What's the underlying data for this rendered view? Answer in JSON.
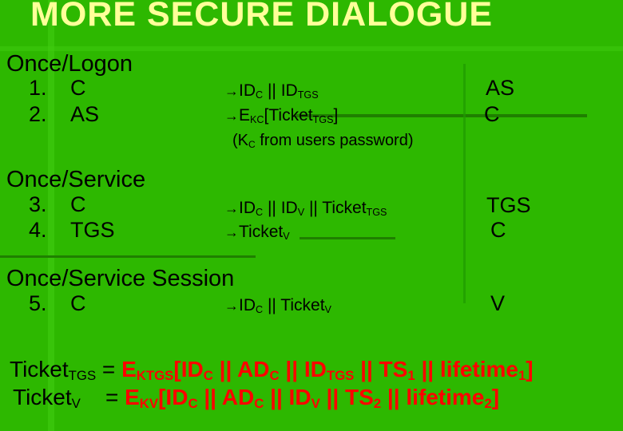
{
  "title": "MORE SECURE DIALOGUE",
  "sections": {
    "logon": {
      "heading": "Once/Logon",
      "items": [
        {
          "num": "1.",
          "label": "C",
          "arrow": "→",
          "msg": "IDC || IDTGS",
          "party": "AS"
        },
        {
          "num": "2.",
          "label": "AS",
          "arrow": "→",
          "msg": "EKC[TicketTGS]",
          "party": "C"
        }
      ],
      "note": "(KC from users password)"
    },
    "service": {
      "heading": "Once/Service",
      "items": [
        {
          "num": "3.",
          "label": "C",
          "arrow": "→",
          "msg": "IDC || IDV || TicketTGS",
          "party": "TGS"
        },
        {
          "num": "4.",
          "label": "TGS",
          "arrow": "→",
          "msg": "TicketV",
          "party": "C"
        }
      ]
    },
    "session": {
      "heading": "Once/Service Session",
      "items": [
        {
          "num": "5.",
          "label": "C",
          "arrow": "→",
          "msg": "IDC || TicketV",
          "party": "V"
        }
      ]
    }
  },
  "definitions": [
    {
      "term": "TicketTGS",
      "eq": "=",
      "value": "EKTGS[IDC || ADC || IDTGS || TS1 || lifetime1]"
    },
    {
      "term": "TicketV",
      "eq": "=",
      "value": "EKV[IDC || ADC || IDV || TS2 || lifetime2]"
    }
  ],
  "colors": {
    "background": "#2db800",
    "title": "#ffff99",
    "emphasis": "#ff0000",
    "text": "#000000"
  }
}
